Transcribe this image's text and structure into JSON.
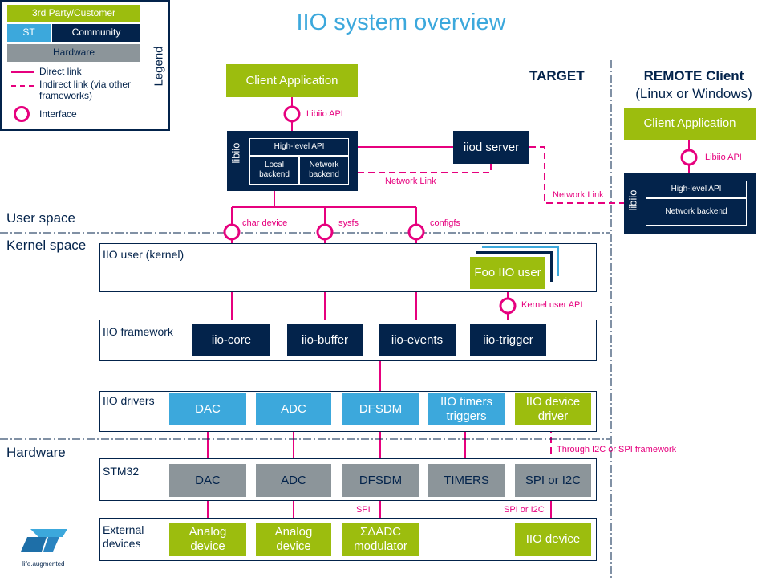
{
  "title": "IIO system overview",
  "colors": {
    "third_party": "#9cbd0e",
    "st": "#3ca8dc",
    "community": "#03234b",
    "hardware": "#8c959a",
    "link": "#e6007e",
    "title": "#3ca8dc"
  },
  "legend": {
    "title": "Legend",
    "third_party": "3rd Party/Customer",
    "st": "ST",
    "community": "Community",
    "hardware": "Hardware",
    "direct_link": "Direct link",
    "indirect_link": "Indirect link (via other frameworks)",
    "interface": "Interface"
  },
  "zones": {
    "target": "TARGET",
    "remote_title": "REMOTE Client",
    "remote_subtitle": "(Linux or Windows)"
  },
  "sections": {
    "user_space": "User space",
    "kernel_space": "Kernel space",
    "hardware": "Hardware"
  },
  "target": {
    "client_app": "Client Application",
    "libiio_api": "Libiio API",
    "libiio": {
      "label": "libiio",
      "high_level_api": "High-level API",
      "local_backend": "Local backend",
      "network_backend": "Network backend"
    },
    "iiod_server": "iiod server",
    "network_link": "Network Link",
    "interfaces": [
      "char device",
      "sysfs",
      "configfs"
    ]
  },
  "remote": {
    "client_app": "Client Application",
    "libiio_api": "Libiio API",
    "network_link": "Network Link",
    "libiio": {
      "label": "libiio",
      "high_level_api": "High-level API",
      "network_backend": "Network backend"
    }
  },
  "layers": {
    "iio_user": {
      "label": "IIO  user (kernel)",
      "component": "Foo IIO  user"
    },
    "kernel_user_api": "Kernel user API",
    "iio_framework": {
      "label": "IIO  framework",
      "components": [
        "iio-core",
        "iio-buffer",
        "iio-events",
        "iio-trigger"
      ]
    },
    "iio_drivers": {
      "label": "IIO  drivers",
      "components": [
        "DAC",
        "ADC",
        "DFSDM",
        "IIO  timers triggers",
        "IIO  device driver"
      ]
    },
    "through_framework": "Through I2C or SPI framework",
    "stm32": {
      "label": "STM32",
      "components": [
        "DAC",
        "ADC",
        "DFSDM",
        "TIMERS",
        "SPI or I2C"
      ]
    },
    "spi_label": "SPI",
    "spi_i2c_label": "SPI or I2C",
    "external": {
      "label": "External devices",
      "components": [
        "Analog device",
        "Analog device",
        "ΣΔADC modulator",
        "IIO  device"
      ]
    }
  },
  "logo": {
    "tagline": "life.augmented"
  }
}
